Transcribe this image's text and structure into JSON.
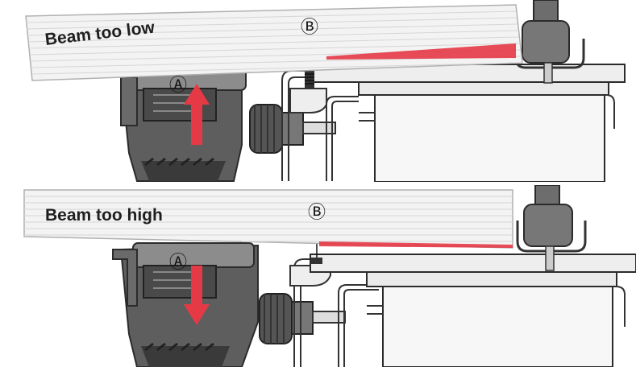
{
  "panels": {
    "low": {
      "title": "Beam too low",
      "arrow_direction": "up",
      "callout_a": "Ⓐ",
      "callout_b": "Ⓑ"
    },
    "high": {
      "title": "Beam too high",
      "arrow_direction": "down",
      "callout_a": "Ⓐ",
      "callout_b": "Ⓑ"
    }
  },
  "colors": {
    "arrow": "#e63946",
    "beam_fill": "#f3f3f3",
    "beam_stripe": "#d9d9d9",
    "dark_part": "#5a5a5a",
    "outline": "#2b2b2b"
  }
}
